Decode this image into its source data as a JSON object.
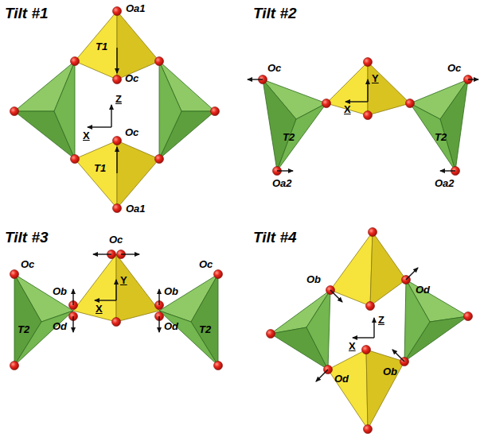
{
  "diagram": {
    "labels": [
      "Tilt #1",
      "Oa1",
      "T1",
      "Oc",
      "Z",
      "X",
      "Oc",
      "T1",
      "Oa1",
      "Tilt #2",
      "Oc",
      "Y",
      "Oc",
      "X",
      "T2",
      "T2",
      "Oa2",
      "Oa2",
      "Tilt #3",
      "Oc",
      "Oc",
      "Oc",
      "Ob",
      "Ob",
      "T2",
      "Y",
      "X",
      "T2",
      "Od",
      "Od",
      "Tilt #4",
      "Ob",
      "Od",
      "Z",
      "X",
      "Od",
      "Ob"
    ]
  }
}
